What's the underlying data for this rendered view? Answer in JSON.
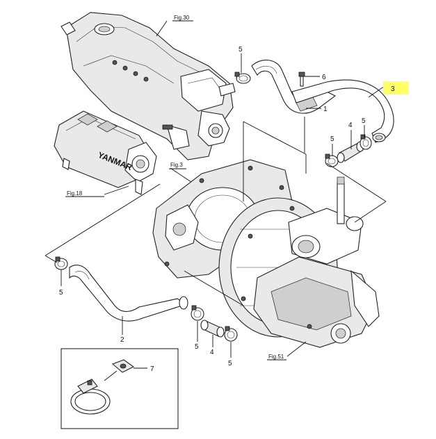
{
  "figure_refs": {
    "fig30": "Fig.30",
    "fig18": "Fig.18",
    "fig3": "Fig.3",
    "fig51": "Fig.51"
  },
  "brand_text": "YANMAR",
  "callouts": {
    "p1": "1",
    "p2": "2",
    "p3": "3",
    "p4_upper": "4",
    "p4_lower": "4",
    "p5_top": "5",
    "p5_upper_right": "5",
    "p5_left": "5",
    "p5_lower_a": "5",
    "p5_lower_b": "5",
    "p6": "6",
    "p7": "7"
  },
  "highlight_color": "#ffff66"
}
